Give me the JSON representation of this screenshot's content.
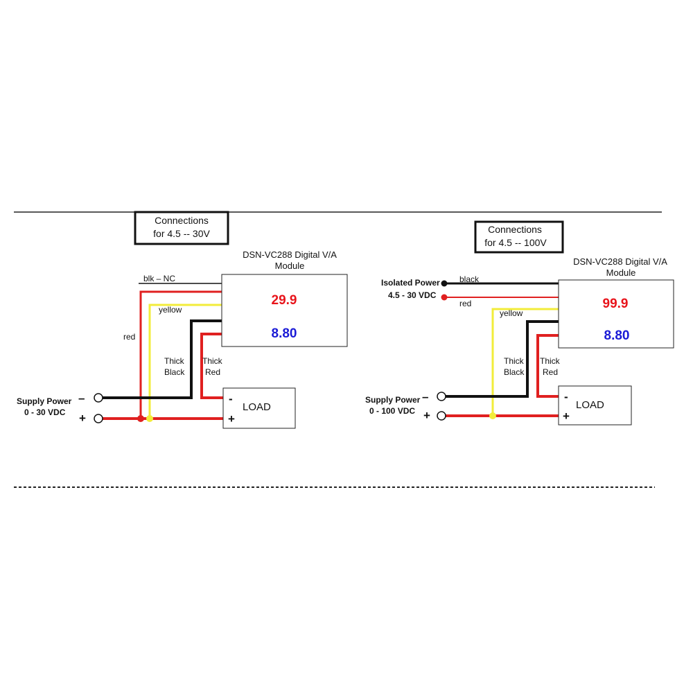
{
  "left": {
    "title_line1": "Connections",
    "title_line2": "for 4.5 -- 30V",
    "module_line1": "DSN-VC288  Digital V/A",
    "module_line2": "Module",
    "voltage": "29.9",
    "current": "8.80",
    "wire_nc": "blk – NC",
    "wire_yellow": "yellow",
    "wire_red": "red",
    "thick_black_1": "Thick",
    "thick_black_2": "Black",
    "thick_red_1": "Thick",
    "thick_red_2": "Red",
    "supply_line1": "Supply Power",
    "supply_line2": "0 - 30 VDC",
    "minus": "–",
    "plus": "+",
    "load_label": "LOAD",
    "load_minus": "-",
    "load_plus": "+"
  },
  "right": {
    "title_line1": "Connections",
    "title_line2": "for 4.5 -- 100V",
    "module_line1": "DSN-VC288  Digital V/A",
    "module_line2": "Module",
    "voltage": "99.9",
    "current": "8.80",
    "isolated_line1": "Isolated Power",
    "isolated_line2": "4.5 - 30 VDC",
    "wire_black": "black",
    "wire_red": "red",
    "wire_yellow": "yellow",
    "thick_black_1": "Thick",
    "thick_black_2": "Black",
    "thick_red_1": "Thick",
    "thick_red_2": "Red",
    "supply_line1": "Supply Power",
    "supply_line2": "0 - 100 VDC",
    "minus": "–",
    "plus": "+",
    "load_label": "LOAD",
    "load_minus": "-",
    "load_plus": "+"
  },
  "colors": {
    "voltage": "#e8141b",
    "current": "#1a1ad6",
    "wire_red": "#e02020",
    "wire_black": "#111111",
    "wire_yellow": "#f2ec3a"
  }
}
